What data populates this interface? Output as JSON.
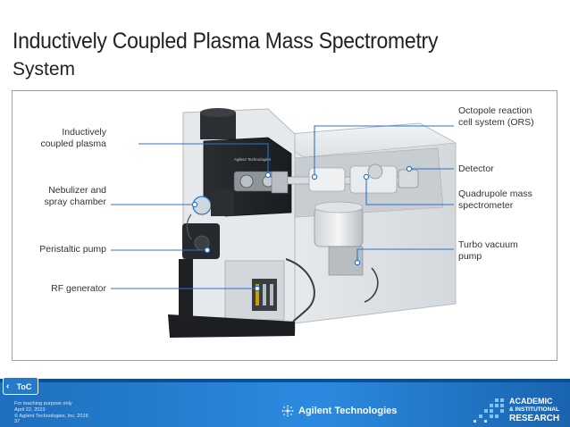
{
  "title": "Inductively Coupled Plasma Mass Spectrometry",
  "subtitle": "System",
  "labels": {
    "icp": [
      "Inductively",
      "coupled plasma"
    ],
    "nebulizer": [
      "Nebulizer and",
      "spray chamber"
    ],
    "peristaltic": "Peristaltic pump",
    "rf": "RF generator",
    "octopole": [
      "Octopole reaction",
      "cell system (ORS)"
    ],
    "detector": "Detector",
    "quadrupole": [
      "Quadrupole mass",
      "spectrometer"
    ],
    "turbo": [
      "Turbo vacuum",
      "pump"
    ]
  },
  "instrument_brand": "Agilent Technologies",
  "toc_label": "ToC",
  "footer": {
    "line1": "For teaching purpose only",
    "line2": "April 22, 2023",
    "line3": "© Agilent Technologies, Inc. 2016",
    "line4": "37"
  },
  "brand": {
    "name": "Agilent Technologies",
    "academic_line1": "ACADEMIC",
    "academic_line2": "& INSTITUTIONAL",
    "academic_line3": "RESEARCH"
  },
  "colors": {
    "accent_blue": "#2b8ae0",
    "callout_blue": "#2a74c8",
    "footer_dark": "#0e4f8f"
  }
}
